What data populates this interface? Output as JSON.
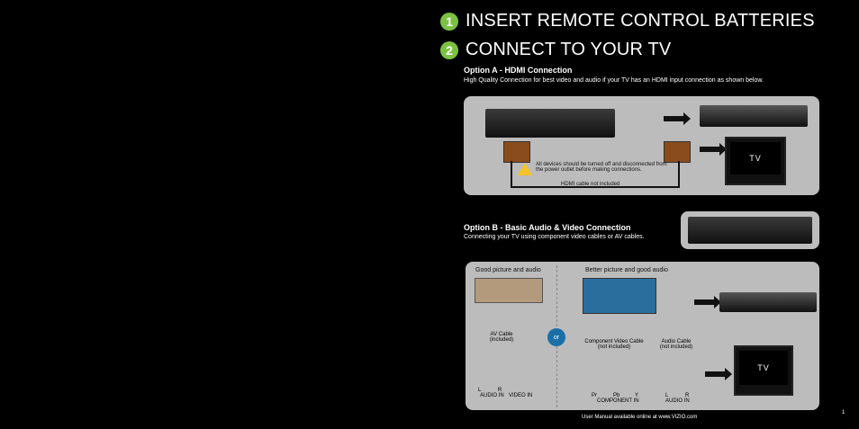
{
  "steps": [
    {
      "num": "1",
      "text": "INSERT REMOTE CONTROL BATTERIES"
    },
    {
      "num": "2",
      "text": "CONNECT TO YOUR TV"
    }
  ],
  "optionA": {
    "title": "Option A - HDMI Connection",
    "desc": "High Quality Connection for best video and audio if your TV has an HDMI input connection as shown below.",
    "warning": "All devices should be turned off and disconnected from the power outlet before making connections.",
    "cable_note": "HDMI cable not included",
    "tv_label": "TV"
  },
  "optionB": {
    "title": "Option B - Basic Audio & Video Connection",
    "desc": "Connecting your TV using component video cables or AV cables.",
    "good_title": "Good picture and audio",
    "better_title": "Better picture and good audio",
    "av_cable": "AV Cable (included)",
    "component_cable": "Component Video Cable (not included)",
    "audio_cable": "Audio Cable (not included)",
    "or": "or",
    "tv_label": "TV",
    "left_ports": [
      "L",
      "R",
      "AUDIO IN",
      "VIDEO IN"
    ],
    "comp_ports": [
      "Pr",
      "Pb",
      "Y",
      "COMPONENT IN"
    ],
    "audio_ports": [
      "L",
      "R",
      "AUDIO IN"
    ]
  },
  "footer": "User Manual available online at www.VIZIO.com",
  "page": "1"
}
